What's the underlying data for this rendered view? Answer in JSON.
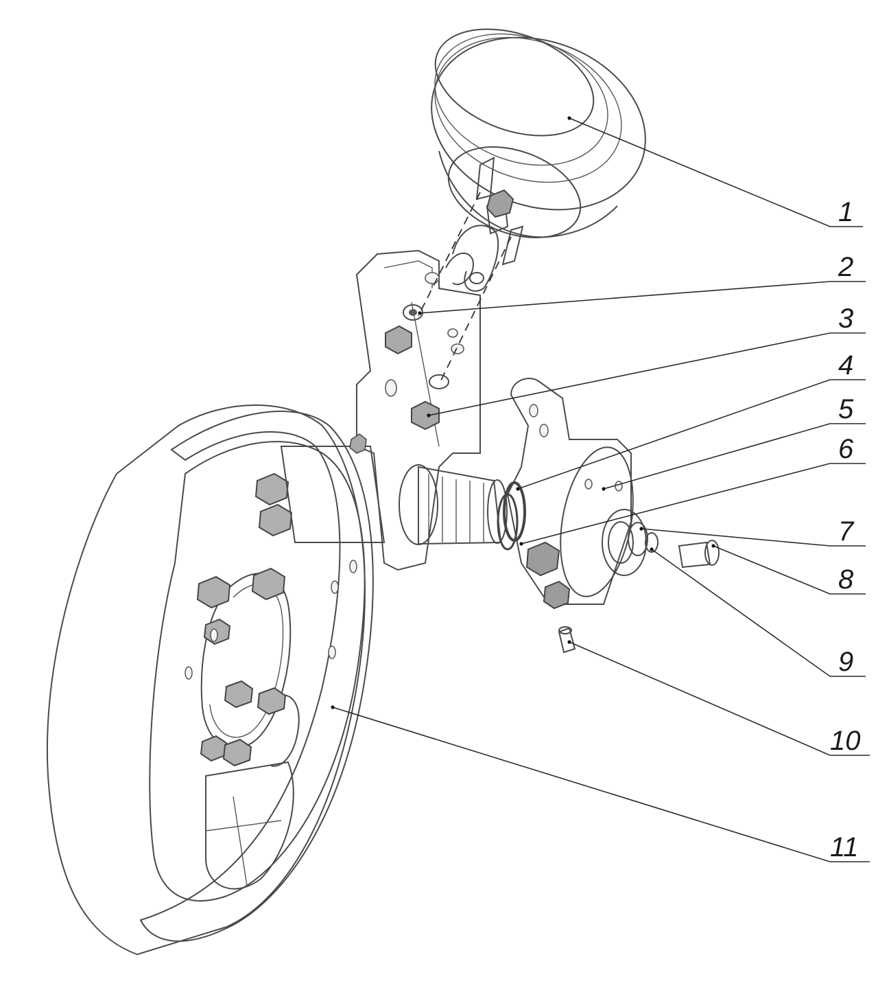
{
  "callouts": [
    {
      "label": "1",
      "part": "brake-chamber"
    },
    {
      "label": "2",
      "part": "washer"
    },
    {
      "label": "3",
      "part": "nut"
    },
    {
      "label": "4",
      "part": "retaining-ring"
    },
    {
      "label": "5",
      "part": "slack-adjuster"
    },
    {
      "label": "6",
      "part": "washer"
    },
    {
      "label": "7",
      "part": "washer"
    },
    {
      "label": "8",
      "part": "bolt"
    },
    {
      "label": "9",
      "part": "spring-washer"
    },
    {
      "label": "10",
      "part": "grease-fitting"
    },
    {
      "label": "11",
      "part": "brake-drum-assembly"
    }
  ]
}
